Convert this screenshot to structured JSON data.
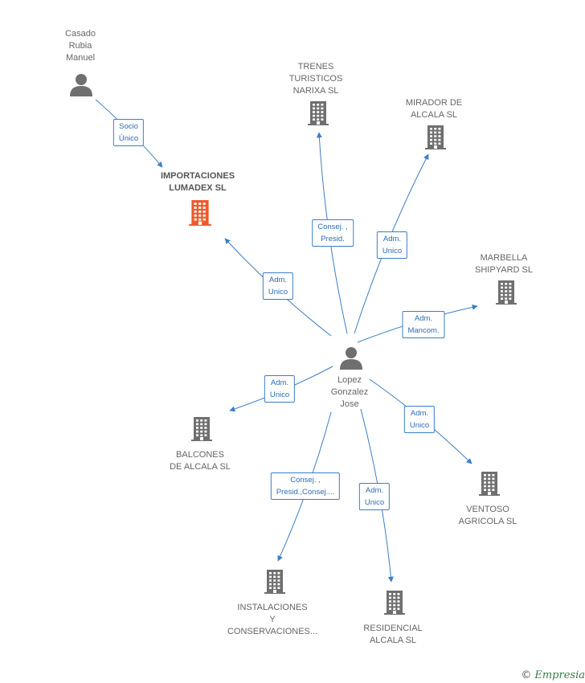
{
  "colors": {
    "edge": "#3b7ec7",
    "building": "#6f6f6f",
    "highlight": "#f0592a",
    "person": "#6f6f6f"
  },
  "nodes": [
    {
      "id": "casado",
      "kind": "person",
      "lines": [
        "Casado",
        "Rubia",
        "Manuel"
      ]
    },
    {
      "id": "importaciones",
      "kind": "company-highlight",
      "lines": [
        "IMPORTACIONES",
        "LUMADEX SL"
      ]
    },
    {
      "id": "trenes",
      "kind": "company",
      "lines": [
        "TRENES",
        "TURISTICOS",
        "NARIXA SL"
      ]
    },
    {
      "id": "mirador",
      "kind": "company",
      "lines": [
        "MIRADOR DE",
        "ALCALA SL"
      ]
    },
    {
      "id": "marbella",
      "kind": "company",
      "lines": [
        "MARBELLA",
        "SHIPYARD SL"
      ]
    },
    {
      "id": "lopez",
      "kind": "person",
      "lines": [
        "Lopez",
        "Gonzalez",
        "Jose"
      ]
    },
    {
      "id": "balcones",
      "kind": "company",
      "lines": [
        "BALCONES",
        "DE ALCALA SL"
      ]
    },
    {
      "id": "ventoso",
      "kind": "company",
      "lines": [
        "VENTOSO",
        "AGRICOLA SL"
      ]
    },
    {
      "id": "instalaciones",
      "kind": "company",
      "lines": [
        "INSTALACIONES",
        "Y",
        "CONSERVACIONES..."
      ]
    },
    {
      "id": "residencial",
      "kind": "company",
      "lines": [
        "RESIDENCIAL",
        "ALCALA SL"
      ]
    }
  ],
  "edges": [
    {
      "from": "casado",
      "to": "importaciones",
      "lines": [
        "Socio",
        "Único"
      ]
    },
    {
      "from": "lopez",
      "to": "importaciones",
      "lines": [
        "Adm.",
        "Unico"
      ]
    },
    {
      "from": "lopez",
      "to": "trenes",
      "lines": [
        "Consej. ,",
        "Presid."
      ]
    },
    {
      "from": "lopez",
      "to": "mirador",
      "lines": [
        "Adm.",
        "Unico"
      ]
    },
    {
      "from": "lopez",
      "to": "marbella",
      "lines": [
        "Adm.",
        "Mancom."
      ]
    },
    {
      "from": "lopez",
      "to": "balcones",
      "lines": [
        "Adm.",
        "Unico"
      ]
    },
    {
      "from": "lopez",
      "to": "ventoso",
      "lines": [
        "Adm.",
        "Unico"
      ]
    },
    {
      "from": "lopez",
      "to": "instalaciones",
      "lines": [
        "Consej. ,",
        "Presid.,Consej...."
      ]
    },
    {
      "from": "lopez",
      "to": "residencial",
      "lines": [
        "Adm.",
        "Unico"
      ]
    }
  ],
  "footer": {
    "copyright": "©",
    "brand": "Empresia"
  }
}
